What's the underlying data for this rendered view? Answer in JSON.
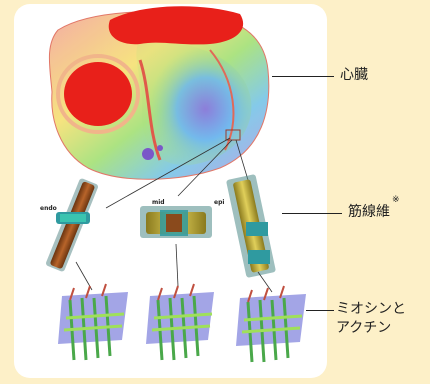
{
  "labels": {
    "heart": "心臓",
    "muscle_fiber": "筋線維",
    "muscle_fiber_note": "※",
    "myosin_actin_line1": "ミオシンと",
    "myosin_actin_line2": "アクチン"
  },
  "fiber_tags": {
    "endo": "endo",
    "mid": "mid",
    "epi": "epi"
  },
  "colors": {
    "background": "#fdf0c8",
    "panel": "#ffffff",
    "heart_red": "#e8201a",
    "fiber_brown": "#8a4a1c",
    "fiber_teal": "#2f9aa0",
    "fiber_yellow": "#d9c24a",
    "filament_purple": "#8c8ee0",
    "filament_green": "#8fd64a"
  }
}
